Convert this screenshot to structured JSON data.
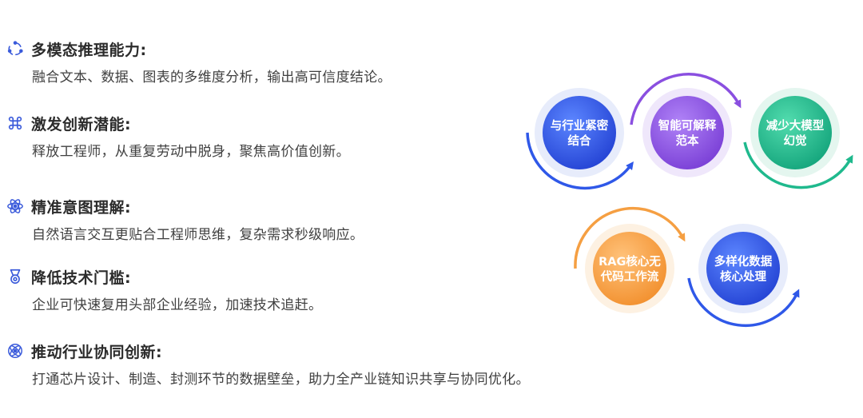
{
  "features": [
    {
      "title": "多模态推理能力:",
      "desc": "融合文本、数据、图表的多维度分析，输出高可信度结论。",
      "icon": "recycle-loop-icon"
    },
    {
      "title": "激发创新潜能:",
      "desc": "释放工程师，从重复劳动中脱身，聚焦高价值创新。",
      "icon": "command-key-icon"
    },
    {
      "title": "精准意图理解:",
      "desc": "自然语言交互更贴合工程师思维，复杂需求秒级响应。",
      "icon": "atom-icon"
    },
    {
      "title": "降低技术门槛:",
      "desc": "企业可快速复用头部企业经验，加速技术追赶。",
      "icon": "medal-icon"
    },
    {
      "title": "推动行业协同创新:",
      "desc": "打通芯片设计、制造、封测环节的数据壁垒，助力全产业链知识共享与协同优化。",
      "icon": "orbit-icon"
    }
  ],
  "diagram": {
    "nodes": [
      {
        "line1": "与行业紧密",
        "line2": "结合",
        "color": "#2f58e8",
        "light": "#4f7cff"
      },
      {
        "line1": "智能可解释",
        "line2": "范本",
        "color": "#8a4fe0",
        "light": "#a574f5"
      },
      {
        "line1": "减少大模型",
        "line2": "幻觉",
        "color": "#1fb98d",
        "light": "#45d6a8"
      },
      {
        "line1": "RAG核心无",
        "line2": "代码工作流",
        "color": "#f59f42",
        "light": "#fbbd6f"
      },
      {
        "line1": "多样化数据",
        "line2": "核心处理",
        "color": "#2f58e8",
        "light": "#4f7cff"
      }
    ]
  }
}
